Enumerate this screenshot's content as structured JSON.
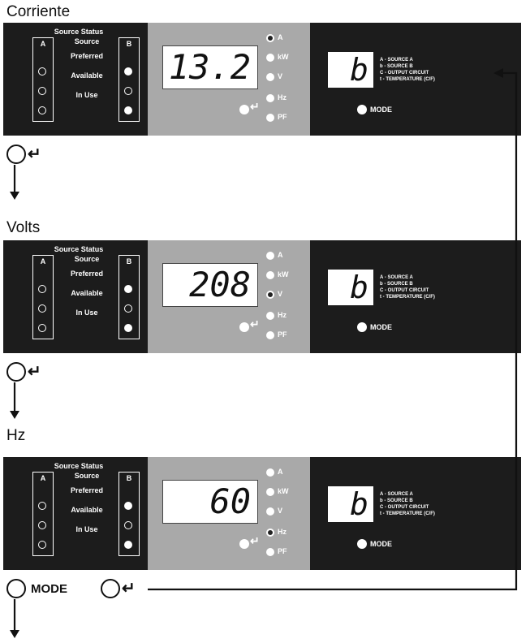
{
  "source_status_label": "Source Status",
  "column_a": "A",
  "column_b": "B",
  "status_rows": [
    "Source",
    "Preferred",
    "Available",
    "In Use"
  ],
  "indicators": [
    "A",
    "kW",
    "V",
    "Hz",
    "PF"
  ],
  "enter_glyph": "↵",
  "mode_label": "MODE",
  "legend": [
    "A - SOURCE A",
    "b - SOURCE B",
    "C - OUTPUT CIRCUIT",
    "t - TEMPERATURE (C/F)"
  ],
  "panels": [
    {
      "title": "Corriente",
      "reading": "13.2",
      "selected": "A",
      "source": "b"
    },
    {
      "title": "Volts",
      "reading": "208",
      "selected": "V",
      "source": "b"
    },
    {
      "title": "Hz",
      "reading": "60",
      "selected": "Hz",
      "source": "b"
    }
  ],
  "bottom_mode_label": "MODE"
}
